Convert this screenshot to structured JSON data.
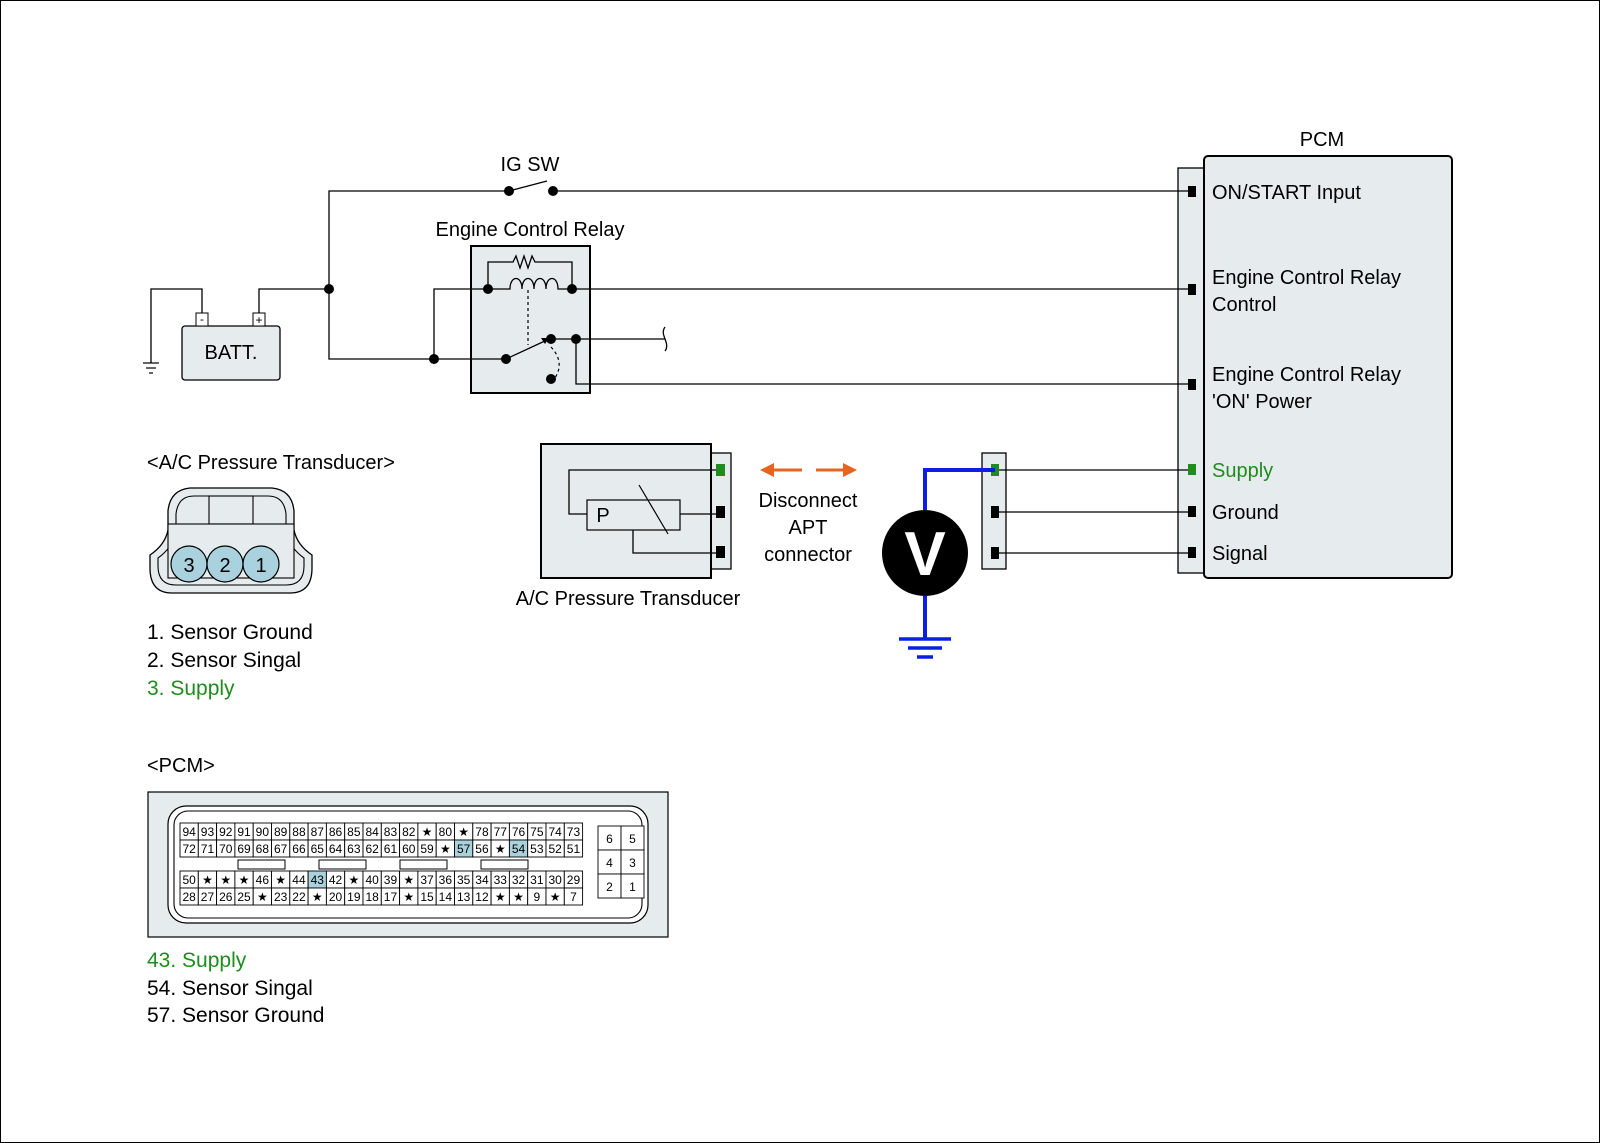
{
  "pcm": {
    "title": "PCM",
    "pins": {
      "on_start": "ON/START Input",
      "ecr_control_line1": "Engine Control Relay",
      "ecr_control_line2": "Control",
      "ecr_power_line1": "Engine Control Relay",
      "ecr_power_line2": "'ON' Power",
      "supply": "Supply",
      "ground": "Ground",
      "signal": "Signal"
    }
  },
  "ig_sw": "IG SW",
  "relay_title": "Engine Control Relay",
  "battery": "BATT.",
  "battery_neg": "-",
  "battery_pos": "+",
  "sensor": {
    "symbol": "P",
    "caption": "A/C Pressure Transducer"
  },
  "disconnect": {
    "line1": "Disconnect",
    "line2": "APT",
    "line3": "connector"
  },
  "voltmeter": "V",
  "apt_connector": {
    "title": "<A/C Pressure Transducer>",
    "pins": [
      "3",
      "2",
      "1"
    ],
    "legend": [
      "1. Sensor Ground",
      "2. Sensor Singal",
      "3. Supply"
    ]
  },
  "pcm_connector": {
    "title": "<PCM>",
    "row1": [
      "94",
      "93",
      "92",
      "91",
      "90",
      "89",
      "88",
      "87",
      "86",
      "85",
      "84",
      "83",
      "82",
      "★",
      "80",
      "★",
      "78",
      "77",
      "76",
      "75",
      "74",
      "73"
    ],
    "row2": [
      "72",
      "71",
      "70",
      "69",
      "68",
      "67",
      "66",
      "65",
      "64",
      "63",
      "62",
      "61",
      "60",
      "59",
      "★",
      "57",
      "56",
      "★",
      "54",
      "53",
      "52",
      "51"
    ],
    "row3": [
      "50",
      "★",
      "★",
      "★",
      "46",
      "★",
      "44",
      "43",
      "42",
      "★",
      "40",
      "39",
      "★",
      "37",
      "36",
      "35",
      "34",
      "33",
      "32",
      "31",
      "30",
      "29"
    ],
    "row4": [
      "28",
      "27",
      "26",
      "25",
      "★",
      "23",
      "22",
      "★",
      "20",
      "19",
      "18",
      "17",
      "★",
      "15",
      "14",
      "13",
      "12",
      "★",
      "★",
      "9",
      "★",
      "7"
    ],
    "highlighted": [
      "57",
      "54",
      "43"
    ],
    "small_block": [
      "6",
      "5",
      "4",
      "3",
      "2",
      "1"
    ],
    "legend": [
      "43. Supply",
      "54. Sensor Singal",
      "57. Sensor Ground"
    ]
  },
  "colors": {
    "green": "#1e8c1e",
    "blue": "#0a1ee6",
    "orange": "#e8641e",
    "box_fill": "#e6eced",
    "pin_fill": "#a9d2de",
    "highlight": "#a9d2de"
  }
}
